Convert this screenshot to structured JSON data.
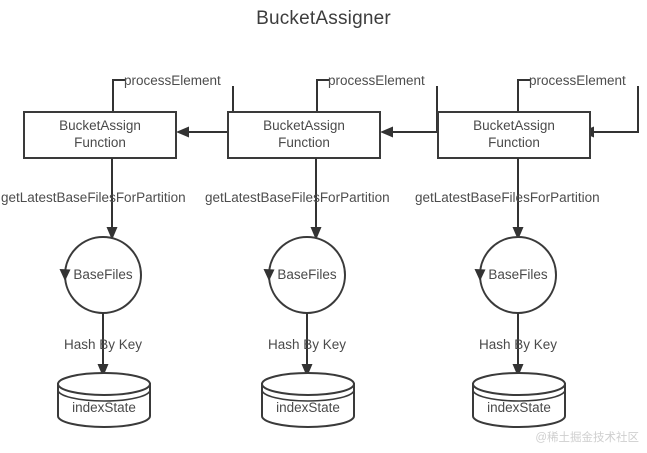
{
  "title": "BucketAssigner",
  "watermark": "@稀土掘金技术社区",
  "colors": {
    "background": "#ffffff",
    "stroke": "#3a3a3a",
    "arrow": "#333333",
    "text": "#4a4a4a",
    "title_text": "#3d3d3d",
    "watermark_text": "#cfcfcf"
  },
  "diagram": {
    "type": "flow",
    "columns": [
      {
        "id": "column-1",
        "self_loop_label": "processElement",
        "process_box": {
          "line1": "BucketAssign",
          "line2": "Function"
        },
        "edge_box_to_circle_label": "getLatestBaseFilesForPartition",
        "circle_label": "BaseFiles",
        "edge_circle_to_store_label": "Hash By Key",
        "store_label": "indexState"
      },
      {
        "id": "column-2",
        "self_loop_label": "processElement",
        "process_box": {
          "line1": "BucketAssign",
          "line2": "Function"
        },
        "edge_box_to_circle_label": "getLatestBaseFilesForPartition",
        "circle_label": "BaseFiles",
        "edge_circle_to_store_label": "Hash By Key",
        "store_label": "indexState"
      },
      {
        "id": "column-3",
        "self_loop_label": "processElement",
        "process_box": {
          "line1": "BucketAssign",
          "line2": "Function"
        },
        "edge_box_to_circle_label": "getLatestBaseFilesForPartition",
        "circle_label": "BaseFiles",
        "edge_circle_to_store_label": "Hash By Key",
        "store_label": "indexState"
      }
    ]
  }
}
